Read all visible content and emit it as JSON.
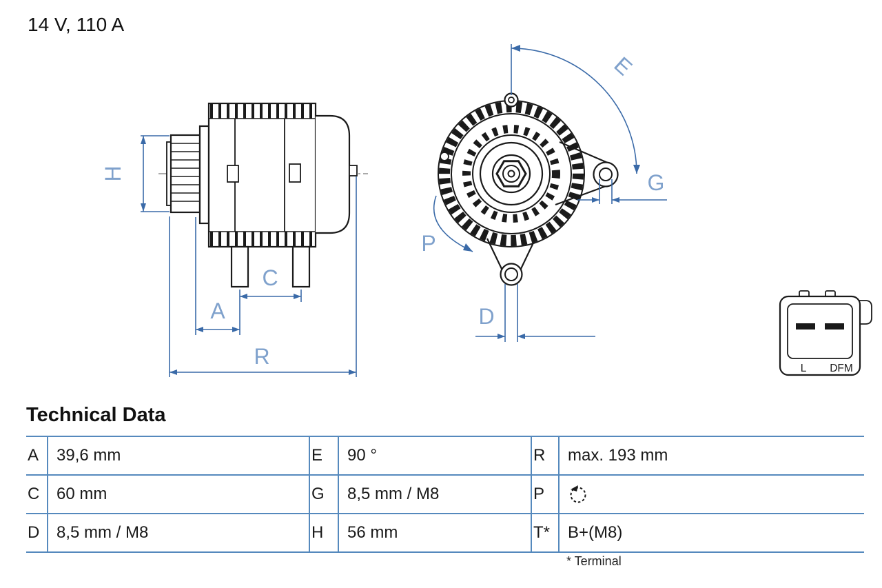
{
  "header": {
    "title": "14 V, 110 A"
  },
  "diagram": {
    "dim_labels": {
      "h": "H",
      "a": "A",
      "c": "C",
      "r": "R",
      "e": "E",
      "g": "G",
      "p": "P",
      "d": "D"
    },
    "connector": {
      "pin_left": "L",
      "pin_right": "DFM"
    }
  },
  "technical_data": {
    "heading": "Technical Data",
    "footnote": "* Terminal",
    "p_value_icon": "rotation-direction-icon",
    "rows": [
      {
        "k1": "A",
        "v1": "39,6 mm",
        "k2": "E",
        "v2": "90 °",
        "k3": "R",
        "v3": "max. 193 mm"
      },
      {
        "k1": "C",
        "v1": "60 mm",
        "k2": "G",
        "v2": "8,5 mm / M8",
        "k3": "P",
        "v3": ""
      },
      {
        "k1": "D",
        "v1": "8,5 mm / M8",
        "k2": "H",
        "v2": "56 mm",
        "k3": "T*",
        "v3": "B+(M8)"
      }
    ]
  },
  "colors": {
    "line": "#1a1a1a",
    "dimension_line": "#3a6aa8",
    "dimension_label": "#7fa1cc",
    "table_border": "#5589bd"
  }
}
